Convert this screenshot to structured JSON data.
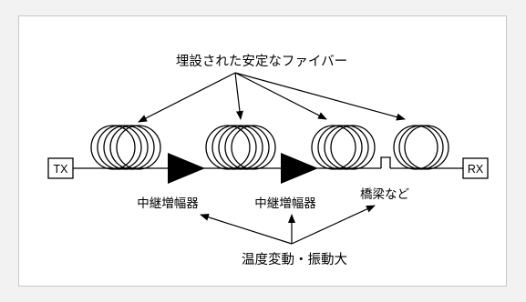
{
  "diagram": {
    "top_label": "埋設された安定なファイバー",
    "bottom_label": "温度変動・振動大",
    "tx_label": "TX",
    "rx_label": "RX",
    "repeater_labels": [
      "中継増幅器",
      "中継増幅器"
    ],
    "bridge_label": "橋梁など",
    "colors": {
      "background": "#f2f2f2",
      "panel": "#ffffff",
      "ink": "#000000"
    }
  }
}
